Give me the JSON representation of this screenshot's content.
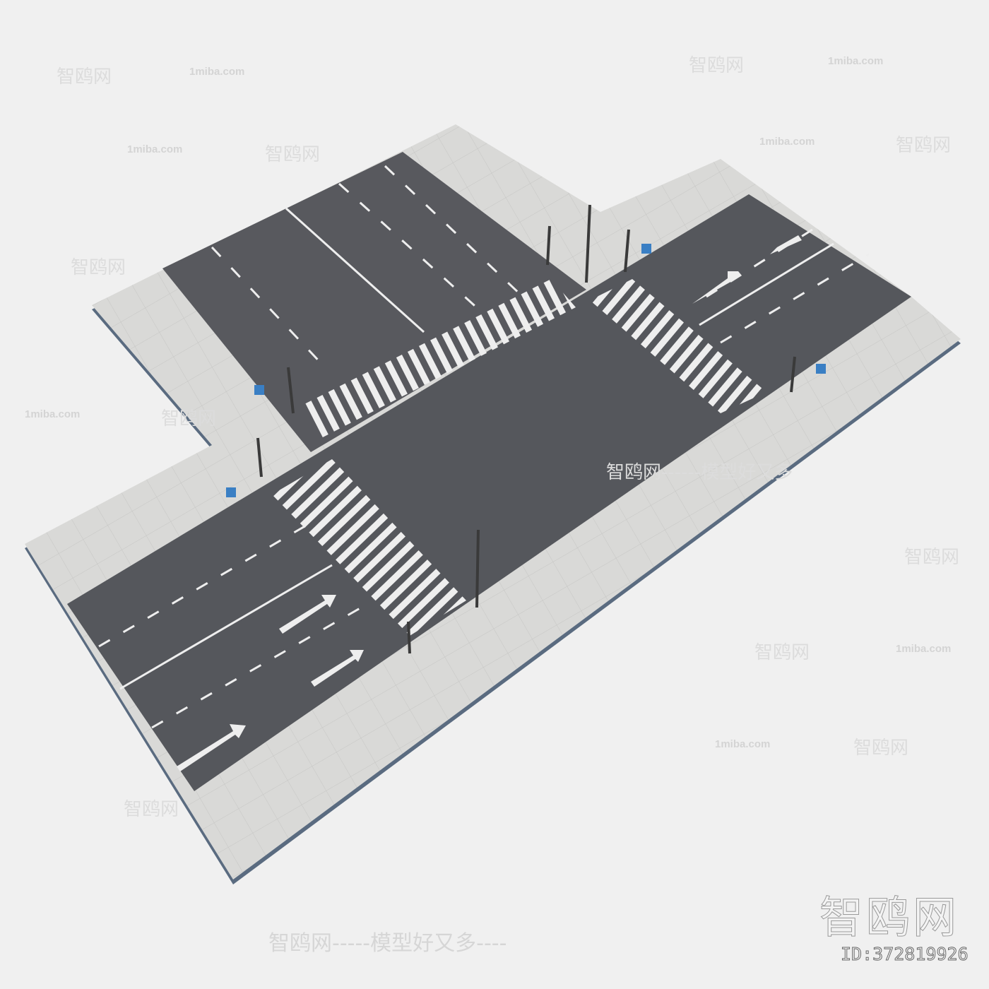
{
  "scene": {
    "description_colors": {
      "sidewalk": "#d9d9d7",
      "asphalt": "#55575c",
      "marking": "#f2f2f2",
      "background": "#f0f0f0",
      "mailbox": "#3a7fc4"
    }
  },
  "watermarks": {
    "brand": "智鸥网",
    "site": "1miba.com",
    "slogan": "智鸥网-----模型好又多----",
    "slogan_short": "智鸥网------模型好又多",
    "id": "ID:372819926"
  }
}
